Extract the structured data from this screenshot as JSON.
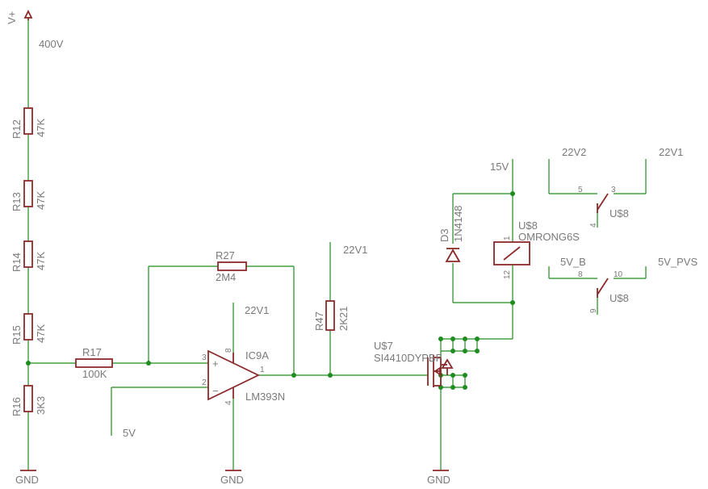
{
  "nets": {
    "vplus": "V+",
    "v400": "400V",
    "gnd": "GND",
    "v22v1": "22V1",
    "v5v": "5V",
    "v15v": "15V",
    "v22v2": "22V2",
    "v5v_b": "5V_B",
    "v5v_pvs": "5V_PVS"
  },
  "components": {
    "R12": {
      "name": "R12",
      "value": "47K"
    },
    "R13": {
      "name": "R13",
      "value": "47K"
    },
    "R14": {
      "name": "R14",
      "value": "47K"
    },
    "R15": {
      "name": "R15",
      "value": "47K"
    },
    "R16": {
      "name": "R16",
      "value": "3K3"
    },
    "R17": {
      "name": "R17",
      "value": "100K"
    },
    "R27": {
      "name": "R27",
      "value": "2M4"
    },
    "R47": {
      "name": "R47",
      "value": "2K21"
    },
    "IC9A": {
      "name": "IC9A",
      "value": "LM393N",
      "pins": {
        "plus": "3",
        "minus": "2",
        "out": "1",
        "vcc": "8",
        "gnd": "4"
      }
    },
    "U7": {
      "name": "U$7",
      "value": "SI4410DYPBF"
    },
    "D3": {
      "name": "D3",
      "value": "1N4148"
    },
    "U8coil": {
      "name": "U$8",
      "value": "OMRONG6S",
      "pins": {
        "a": "1",
        "b": "12"
      }
    },
    "U8sw1": {
      "name": "U$8",
      "pins": {
        "a": "5",
        "b": "3",
        "c": "4"
      }
    },
    "U8sw2": {
      "name": "U$8",
      "pins": {
        "a": "8",
        "b": "10",
        "c": "9"
      }
    }
  },
  "signs": {
    "plus": "+",
    "minus": "−"
  }
}
